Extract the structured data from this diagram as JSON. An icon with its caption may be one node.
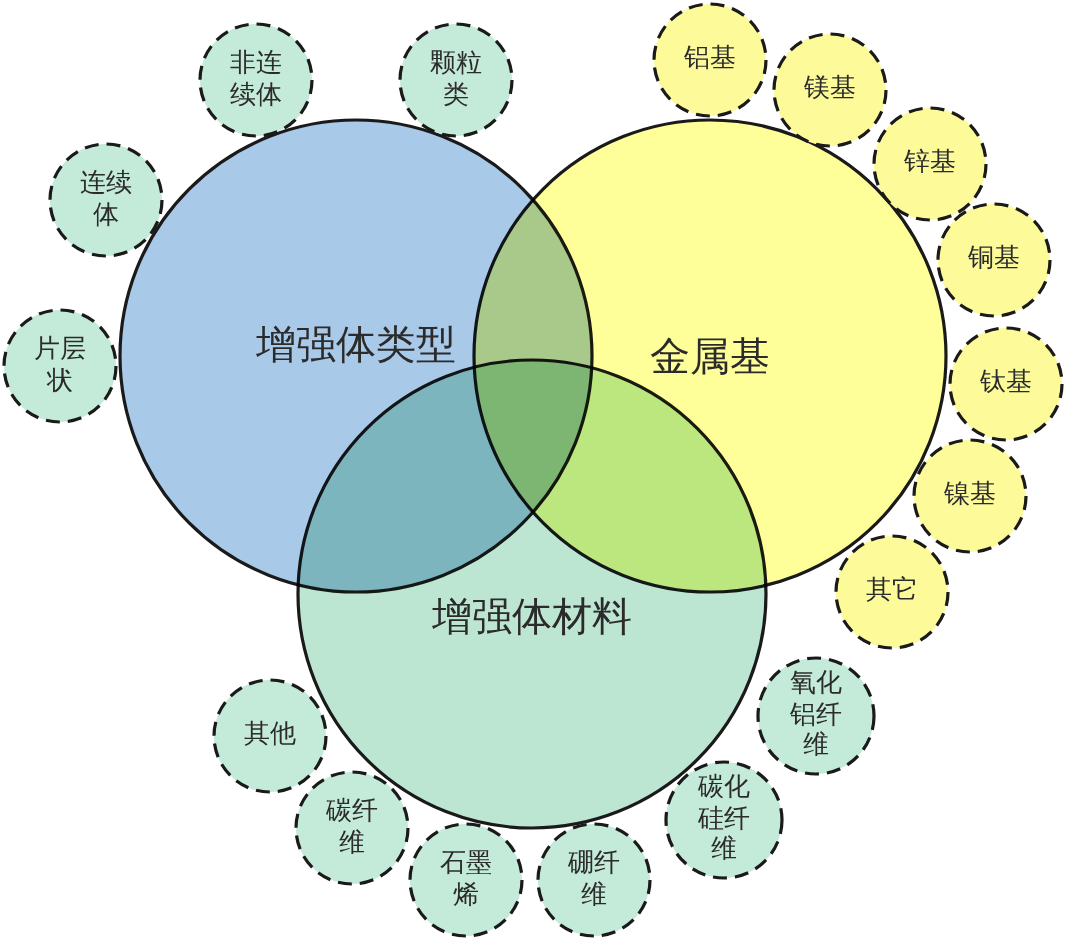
{
  "diagram": {
    "nodes": [
      {
        "text": [
          "增强体类型"
        ]
      },
      {
        "text": [
          "金属基"
        ]
      },
      {
        "text": [
          "增强体材料"
        ]
      },
      {
        "text": [
          "非连续体"
        ]
      },
      {
        "text": [
          "颗粒类"
        ]
      },
      {
        "text": [
          "连续体"
        ]
      },
      {
        "text": [
          "片层状"
        ]
      },
      {
        "text": [
          "铝基"
        ]
      },
      {
        "text": [
          "镁基"
        ]
      },
      {
        "text": [
          "锌基"
        ]
      },
      {
        "text": [
          "铜基"
        ]
      },
      {
        "text": [
          "钛基"
        ]
      },
      {
        "text": [
          "镍基"
        ]
      },
      {
        "text": [
          "其它"
        ]
      },
      {
        "text": [
          "其他"
        ]
      },
      {
        "text": [
          "碳纤维"
        ]
      },
      {
        "text": [
          "石墨烯"
        ]
      },
      {
        "text": [
          "硼纤维"
        ]
      },
      {
        "text": [
          "碳化硅纤维"
        ]
      },
      {
        "text": [
          "氧化铝纤维"
        ]
      }
    ]
  }
}
